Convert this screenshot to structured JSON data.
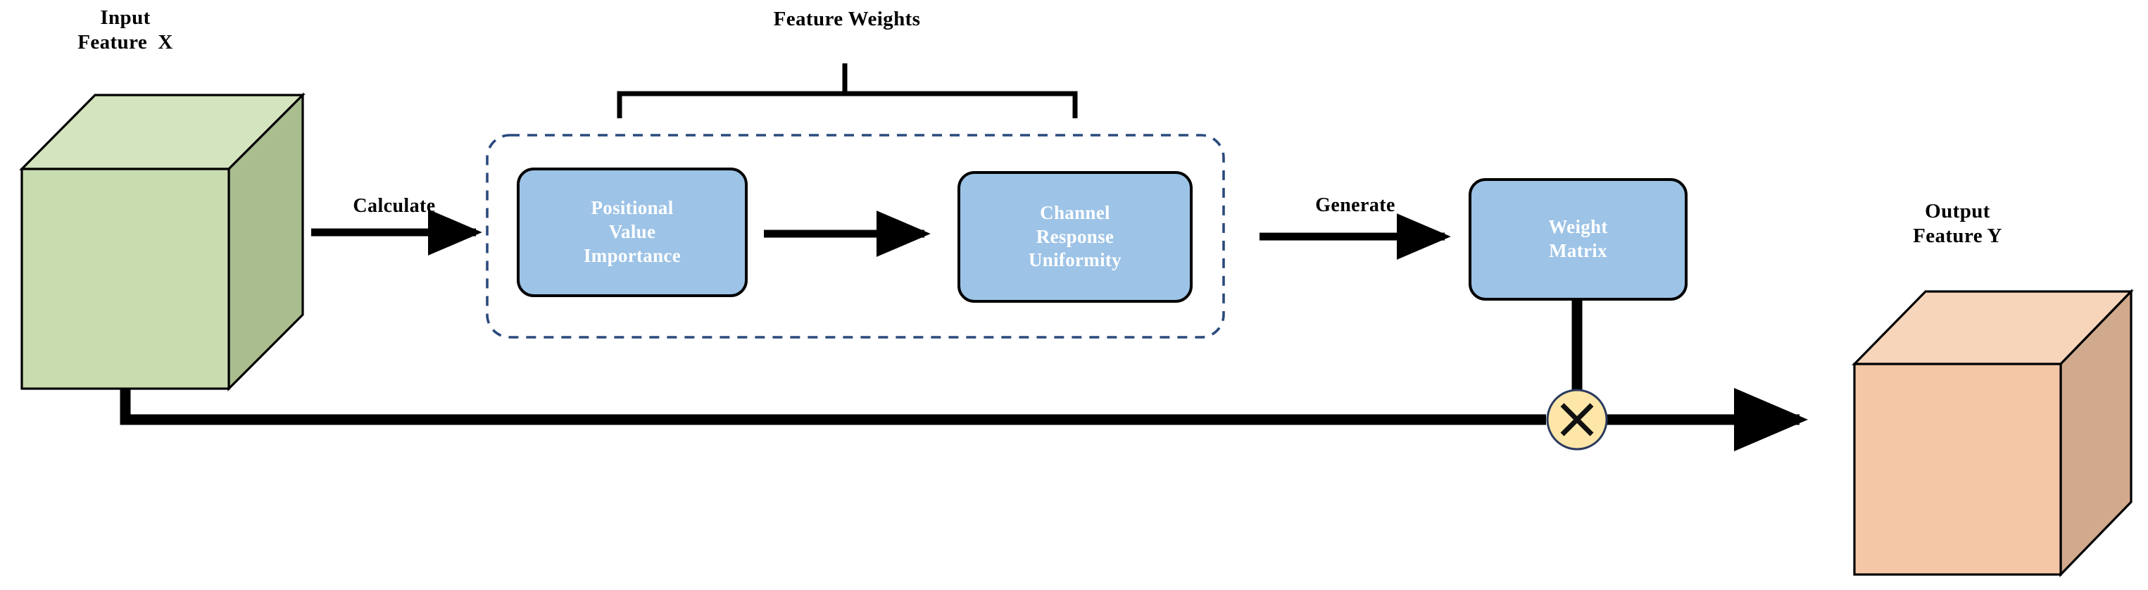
{
  "diagram": {
    "title_visible": false,
    "background": "#ffffff",
    "labels": {
      "input_cube": "Input\nFeature  X",
      "output_cube": "Output\nFeature Y",
      "feature_weights": "Feature Weights",
      "calculate": "Calculate",
      "generate": "Generate"
    },
    "blocks": [
      {
        "id": "positional-value-importance",
        "label": "Positional\nValue\nImportance",
        "fill": "#9dc3e6",
        "text_color": "#ffffff"
      },
      {
        "id": "channel-response-uniformity",
        "label": "Channel\nResponse\nUniformity",
        "fill": "#9dc3e6",
        "text_color": "#ffffff"
      },
      {
        "id": "weight-matrix",
        "label": "Weight\nMatrix",
        "fill": "#9dc3e6",
        "text_color": "#ffffff"
      }
    ],
    "operator": {
      "id": "multiply-operator",
      "symbol": "×",
      "fill": "#fde6a8",
      "stroke": "#2b3a5e"
    },
    "cubes": [
      {
        "id": "input-feature-cube",
        "front": "#c9dcb0",
        "top": "#d3e4be",
        "side": "#a9bd8e",
        "stroke": "#000000"
      },
      {
        "id": "output-feature-cube",
        "front": "#f4c7a6",
        "top": "#f7d5bb",
        "side": "#d1a98c",
        "stroke": "#000000"
      }
    ],
    "colors": {
      "block_fill": "#9dc3e6",
      "block_text": "#ffffff",
      "dashed_border": "#2b4a7d",
      "arrow": "#000000",
      "operator_fill": "#fde6a8",
      "input_cube_front": "#c9dcb0",
      "output_cube_front": "#f4c7a6"
    },
    "container": {
      "id": "feature-weights-group",
      "style": "dashed-rounded-rectangle"
    }
  }
}
